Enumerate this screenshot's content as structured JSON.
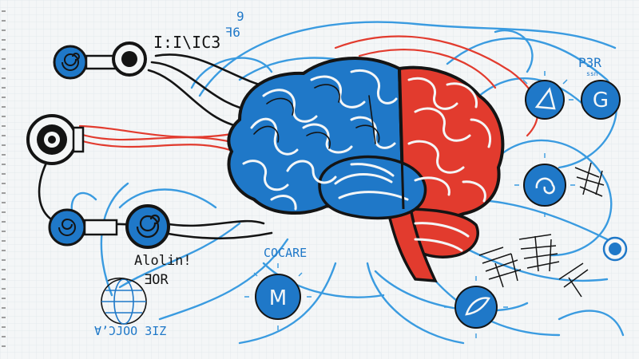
{
  "scene": {
    "kind": "hand-drawn illustration",
    "subject": "brain with cables, connectors and circular nodes on grid notebook paper"
  },
  "colors": {
    "paper": "#f4f6f7",
    "grid": "#dfe7ea",
    "ink": "#141414",
    "blue": "#1f78c8",
    "light_blue": "#3a9be0",
    "red": "#e23b2e",
    "ring": "#c9c9c9"
  },
  "scribbles": {
    "top_left": "I:I\\IC3",
    "top_left_small": "ꟻ6",
    "top_left_mark": "9",
    "top_right": "P3R",
    "top_right_small": "ssn",
    "node_upper_right_letter": "G",
    "left_mid_a": "Alolin!",
    "left_mid_b": "ƎOR",
    "center_bottom": "COCARE",
    "bottom_left": "Ɐ’ƆJOO 3IZ",
    "node_bottom_center_letter": "M"
  },
  "icons": [
    "connector-plug-icon",
    "triangle-node-icon",
    "letter-g-node-icon",
    "spiral-node-icon",
    "letter-m-node-icon",
    "leaf-node-icon",
    "blue-dot-icon",
    "globe-doodle-icon"
  ]
}
